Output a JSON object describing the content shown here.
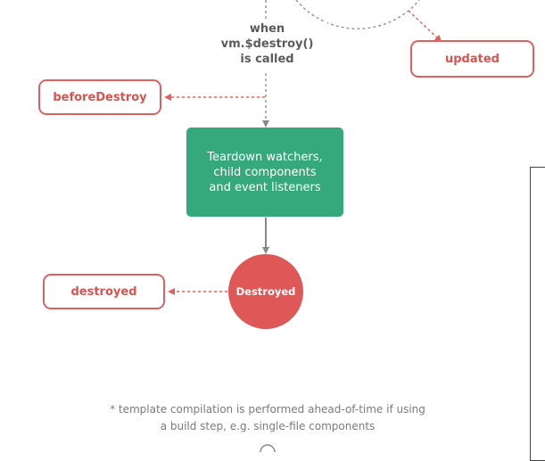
{
  "diagram": {
    "condition_lines": [
      "when",
      "vm.$destroy()",
      "is called"
    ],
    "hooks": {
      "updated": "updated",
      "before_destroy": "beforeDestroy",
      "destroyed": "destroyed"
    },
    "teardown_text": "Teardown watchers, child components and event listeners",
    "destroyed_state": "Destroyed",
    "footnote_lines": [
      "* template compilation is performed ahead-of-time if using",
      "a build step, e.g. single-file components"
    ]
  },
  "colors": {
    "hook": "#e0605f",
    "teardown": "#35a87c",
    "destroyed_state": "#e05757",
    "arrow": "#888888"
  }
}
